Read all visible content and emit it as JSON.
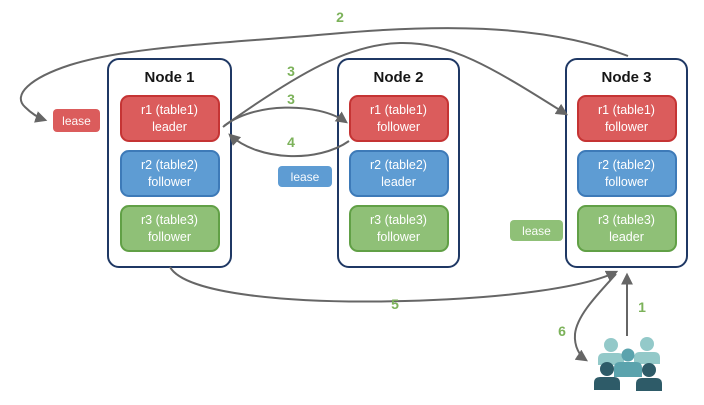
{
  "colors": {
    "red": "#db5c5c",
    "red-border": "#c53434",
    "blue": "#5e9cd3",
    "blue-border": "#3d7ab8",
    "green": "#8fc077",
    "green-border": "#61a046",
    "node-border": "#1f3864",
    "arrow": "#666666",
    "label": "#7cb25a",
    "teal-light": "#93c9c9",
    "teal-mid": "#5ba3ad",
    "teal-dark": "#2e5b68"
  },
  "nodes": [
    {
      "title": "Node 1",
      "replicas": [
        {
          "line1": "r1 (table1)",
          "line2": "leader",
          "color": "red"
        },
        {
          "line1": "r2 (table2)",
          "line2": "follower",
          "color": "blue"
        },
        {
          "line1": "r3 (table3)",
          "line2": "follower",
          "color": "green"
        }
      ]
    },
    {
      "title": "Node 2",
      "replicas": [
        {
          "line1": "r1 (table1)",
          "line2": "follower",
          "color": "red"
        },
        {
          "line1": "r2 (table2)",
          "line2": "leader",
          "color": "blue"
        },
        {
          "line1": "r3 (table3)",
          "line2": "follower",
          "color": "green"
        }
      ]
    },
    {
      "title": "Node 3",
      "replicas": [
        {
          "line1": "r1 (table1)",
          "line2": "follower",
          "color": "red"
        },
        {
          "line1": "r2 (table2)",
          "line2": "follower",
          "color": "blue"
        },
        {
          "line1": "r3 (table3)",
          "line2": "leader",
          "color": "green"
        }
      ]
    }
  ],
  "leases": [
    {
      "label": "lease",
      "color": "red"
    },
    {
      "label": "lease",
      "color": "blue"
    },
    {
      "label": "lease",
      "color": "green"
    }
  ],
  "steps": {
    "s1": "1",
    "s2": "2",
    "s3a": "3",
    "s3b": "3",
    "s4": "4",
    "s5": "5",
    "s6": "6"
  },
  "icons": {
    "users": "users-group"
  }
}
